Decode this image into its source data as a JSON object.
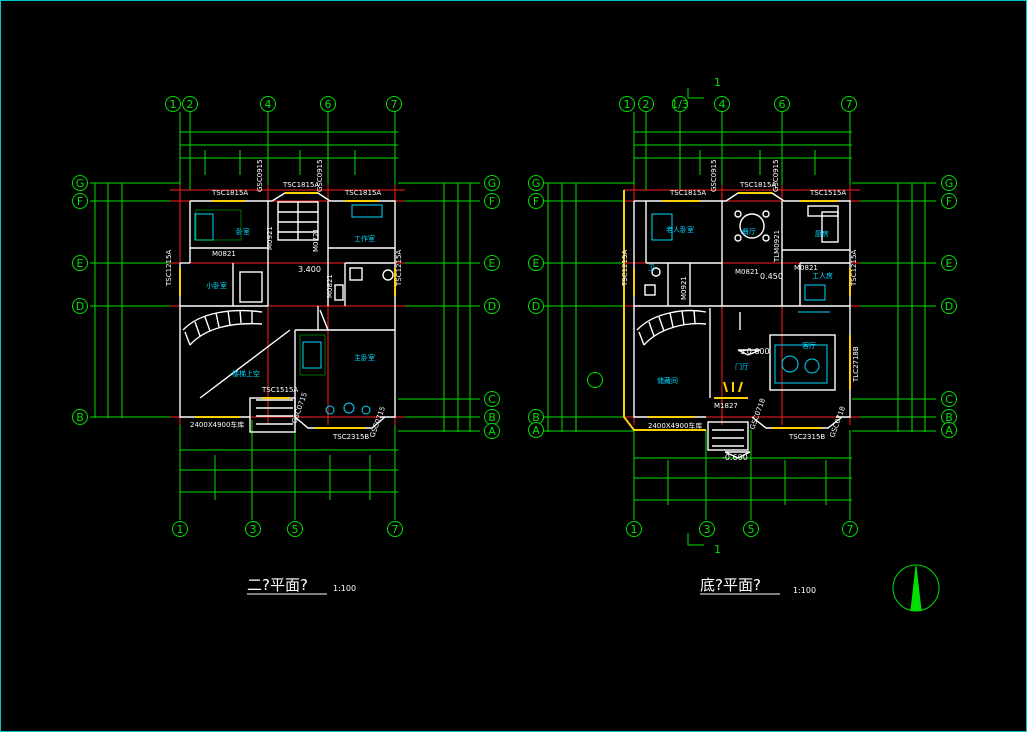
{
  "plans": [
    {
      "id": "second",
      "title": "二?平面?",
      "scale": "1:100",
      "top_axes": [
        "1",
        "2",
        "4",
        "6",
        "7"
      ],
      "bottom_axes": [
        "1",
        "3",
        "5",
        "7"
      ],
      "row_axes": [
        "G",
        "F",
        "E",
        "D",
        "B"
      ],
      "row_axes_right_extra": [
        "C",
        "A"
      ],
      "window_labels": [
        "TSC1815A",
        "TSC1815A",
        "TSC1815A",
        "GSC0915",
        "GSC0915",
        "TSC1215A",
        "TSC1215A",
        "TSC1515A",
        "TSC2315B",
        "GSC0715",
        "GSC0715"
      ],
      "door_labels": [
        "M0821",
        "M0921",
        "M0721",
        "M0821"
      ],
      "rooms": [
        "卧室",
        "工作室",
        "小卧室",
        "主卧室",
        "楼梯上空"
      ],
      "elevation": "3.400",
      "dim_label": "2400X4900车库"
    },
    {
      "id": "ground",
      "title": "底?平面?",
      "scale": "1:100",
      "top_axes": [
        "1",
        "2",
        "1/3",
        "4",
        "6",
        "7"
      ],
      "bottom_axes": [
        "1",
        "3",
        "5",
        "7"
      ],
      "row_axes": [
        "G",
        "F",
        "E",
        "D",
        "B",
        "A"
      ],
      "row_axes_right_extra": [
        "C"
      ],
      "section_mark": "1",
      "window_labels": [
        "TSC1815A",
        "TSC1815A",
        "TSC1515A",
        "GSC0915",
        "GSC0915",
        "TSC1215A",
        "TSC1215A",
        "TLC2718B",
        "TSC2315B",
        "GSC0718",
        "GSC0718"
      ],
      "door_labels": [
        "M0921",
        "TLM0921",
        "M0821",
        "M0821",
        "M1827"
      ],
      "rooms": [
        "老人卧室",
        "餐厅",
        "厨房",
        "工人房",
        "卫",
        "客厅",
        "门厅",
        "储藏间"
      ],
      "elevations": [
        "0.450",
        "±0.000",
        "-0.600"
      ],
      "dim_label": "2400X4900车库"
    }
  ],
  "colors": {
    "axis": "#00e000",
    "wall": "#ffffff",
    "grid_red": "#ff2020",
    "window": "#ffd000",
    "furniture": "#00d8ff",
    "frame": "#00c8c8",
    "background": "#000000"
  },
  "north_arrow_icon": "north-arrow-icon"
}
